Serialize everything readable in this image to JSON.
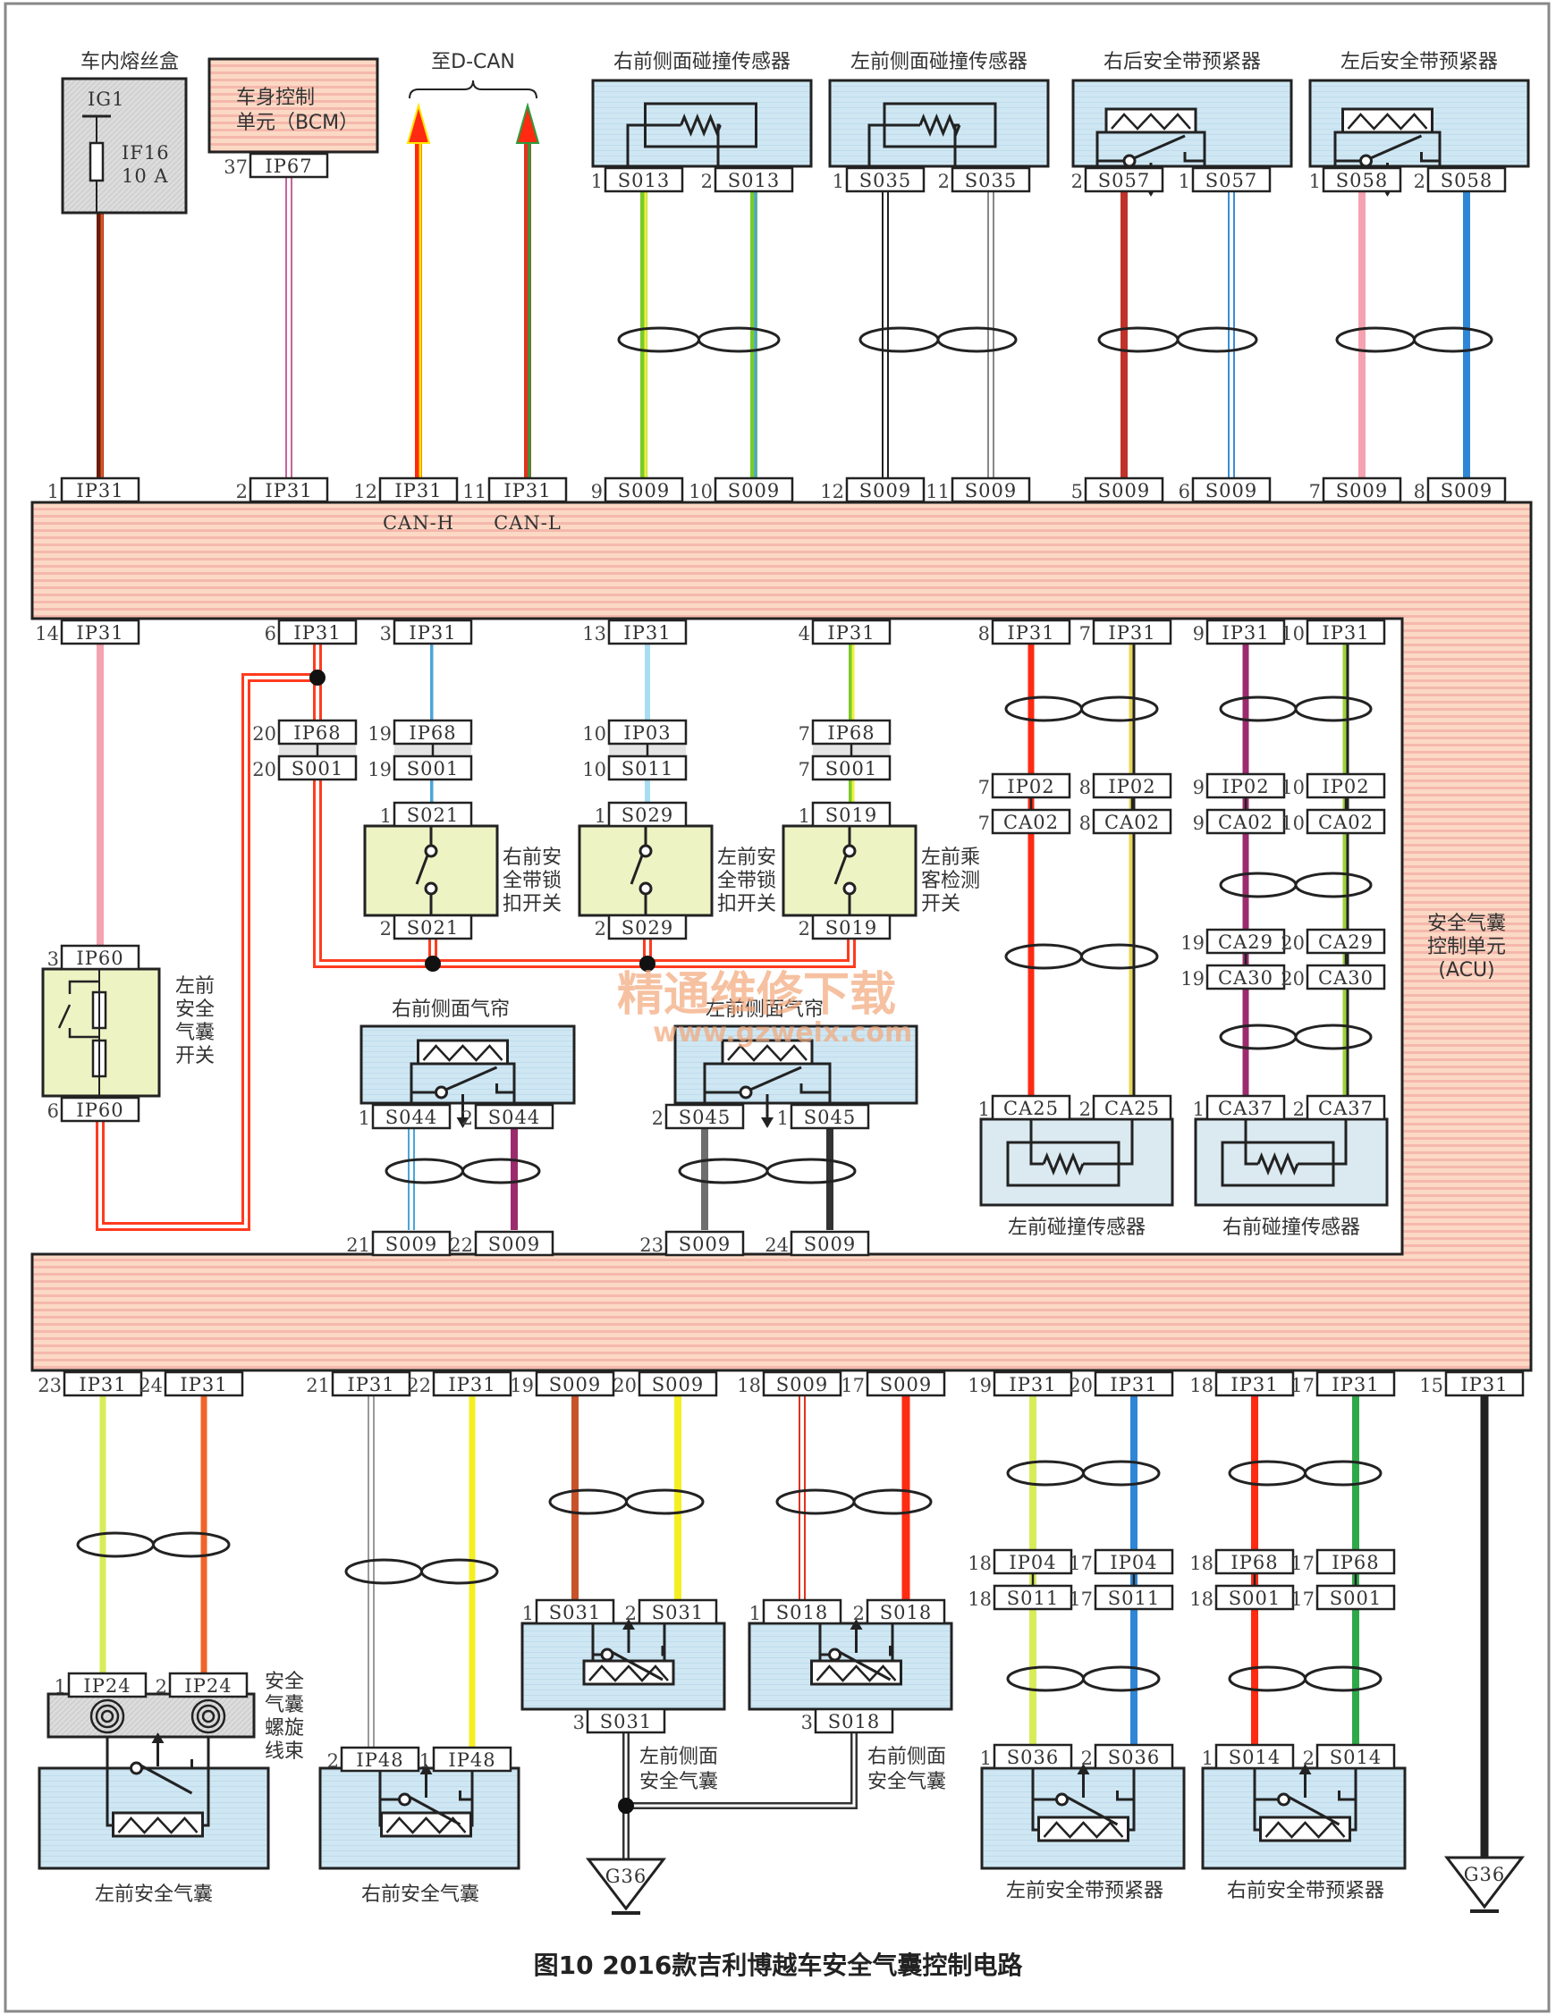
{
  "title": "图10 2016款吉利博越车安全气囊控制电路",
  "watermark": {
    "line1": "精通维修下载",
    "line2": "www.gzweix.com"
  },
  "colors": {
    "acu_fill": "#f9cdb9",
    "module_blue": "#cde6f2",
    "module_grey": "#dcdcdc",
    "module_yellow": "#eef3c4",
    "bcm_fill": "#f7c8b4",
    "sensor_blue": "#dbe9f0"
  },
  "acu": {
    "label_line1": "安全气囊",
    "label_line2": "控制单元",
    "label_line3": "(ACU)"
  },
  "top_components": [
    {
      "id": "fuse-box",
      "label": "车内熔丝盒",
      "ig": "IG1",
      "fuse": "IF16",
      "rating": "10 A"
    },
    {
      "id": "bcm",
      "label_line1": "车身控制",
      "label_line2": "单元（BCM）",
      "pin": "37",
      "connector": "IP67"
    },
    {
      "id": "d-can",
      "label": "至D-CAN"
    },
    {
      "id": "rf-side-crash-sensor",
      "label": "右前侧面碰撞传感器",
      "pins": [
        {
          "pin": "1",
          "connector": "S013"
        },
        {
          "pin": "2",
          "connector": "S013"
        }
      ]
    },
    {
      "id": "lf-side-crash-sensor",
      "label": "左前侧面碰撞传感器",
      "pins": [
        {
          "pin": "1",
          "connector": "S035"
        },
        {
          "pin": "2",
          "connector": "S035"
        }
      ]
    },
    {
      "id": "rr-pretensioner",
      "label": "右后安全带预紧器",
      "pins": [
        {
          "pin": "2",
          "connector": "S057"
        },
        {
          "pin": "1",
          "connector": "S057"
        }
      ]
    },
    {
      "id": "lr-pretensioner",
      "label": "左后安全带预紧器",
      "pins": [
        {
          "pin": "1",
          "connector": "S058"
        },
        {
          "pin": "2",
          "connector": "S058"
        }
      ]
    }
  ],
  "acu_top_pins": [
    {
      "pin": "1",
      "connector": "IP31",
      "wire": "#6b1d0e",
      "stripe": "#e0561e"
    },
    {
      "pin": "2",
      "connector": "IP31",
      "wire": "#c4639e",
      "double": true
    },
    {
      "pin": "12",
      "connector": "IP31",
      "wire": "#ff2a12",
      "stripe": "#ffe600",
      "sub": "CAN-H"
    },
    {
      "pin": "11",
      "connector": "IP31",
      "wire": "#e2321d",
      "stripe": "#2c9c3c",
      "sub": "CAN-L"
    },
    {
      "pin": "9",
      "connector": "S009",
      "wire": "#7acb2a",
      "stripe": "#f0f03c"
    },
    {
      "pin": "10",
      "connector": "S009",
      "wire": "#7acb2a",
      "stripe": "#4aa6d8"
    },
    {
      "pin": "12",
      "connector": "S009",
      "wire": "#222222",
      "double": true
    },
    {
      "pin": "11",
      "connector": "S009",
      "wire": "#888888",
      "double": true
    },
    {
      "pin": "5",
      "connector": "S009",
      "wire": "#c0332b"
    },
    {
      "pin": "6",
      "connector": "S009",
      "wire": "#3a8fd8",
      "double": true
    },
    {
      "pin": "7",
      "connector": "S009",
      "wire": "#f5a3b0"
    },
    {
      "pin": "8",
      "connector": "S009",
      "wire": "#2f86d6"
    }
  ],
  "middle": {
    "lf_airbag_switch": {
      "label": [
        "左前",
        "安全",
        "气囊",
        "开关"
      ],
      "top_pin": "3",
      "bottom_pin": "6",
      "connector": "IP60"
    },
    "ip31_pin14": {
      "pin": "14",
      "connector": "IP31"
    },
    "ip31_pin6": {
      "pin": "6",
      "connector": "IP31"
    },
    "rf_buckle": {
      "label": [
        "右前安",
        "全带锁",
        "扣开关"
      ],
      "ip31_pin": "3",
      "inline": [
        {
          "pin": "19",
          "connector": "IP68"
        },
        {
          "pin": "19",
          "connector": "S001"
        }
      ],
      "sw_top": {
        "pin": "1",
        "connector": "S021"
      },
      "sw_bot": {
        "pin": "2",
        "connector": "S021"
      }
    },
    "lf_buckle": {
      "label": [
        "左前安",
        "全带锁",
        "扣开关"
      ],
      "ip31_pin": "13",
      "inline": [
        {
          "pin": "10",
          "connector": "IP03"
        },
        {
          "pin": "10",
          "connector": "S011"
        }
      ],
      "sw_top": {
        "pin": "1",
        "connector": "S029"
      },
      "sw_bot": {
        "pin": "2",
        "connector": "S029"
      }
    },
    "lf_occupant": {
      "label": [
        "左前乘",
        "客检测",
        "开关"
      ],
      "ip31_pin": "4",
      "inline": [
        {
          "pin": "7",
          "connector": "IP68"
        },
        {
          "pin": "7",
          "connector": "S001"
        }
      ],
      "sw_top": {
        "pin": "1",
        "connector": "S019"
      },
      "sw_bot": {
        "pin": "2",
        "connector": "S019"
      }
    },
    "pin6_inline": [
      {
        "pin": "20",
        "connector": "IP68"
      },
      {
        "pin": "20",
        "connector": "S001"
      }
    ],
    "rf_curtain": {
      "label": "右前侧面气帘",
      "pins": [
        {
          "pin": "1",
          "connector": "S044"
        },
        {
          "pin": "2",
          "connector": "S044"
        }
      ],
      "acu_pins": [
        {
          "pin": "21",
          "connector": "S009"
        },
        {
          "pin": "22",
          "connector": "S009"
        }
      ]
    },
    "lf_curtain": {
      "label": "左前侧面气帘",
      "pins": [
        {
          "pin": "2",
          "connector": "S045"
        },
        {
          "pin": "1",
          "connector": "S045"
        }
      ],
      "acu_pins": [
        {
          "pin": "23",
          "connector": "S009"
        },
        {
          "pin": "24",
          "connector": "S009"
        }
      ]
    },
    "lf_crash_sensor": {
      "label": "左前碰撞传感器",
      "ip31": [
        {
          "pin": "8",
          "connector": "IP31"
        },
        {
          "pin": "7",
          "connector": "IP31"
        }
      ],
      "inline_a": [
        {
          "pin": "7",
          "connector": "IP02"
        },
        {
          "pin": "8",
          "connector": "IP02"
        }
      ],
      "inline_b": [
        {
          "pin": "7",
          "connector": "CA02"
        },
        {
          "pin": "8",
          "connector": "CA02"
        }
      ],
      "pins": [
        {
          "pin": "1",
          "connector": "CA25"
        },
        {
          "pin": "2",
          "connector": "CA25"
        }
      ]
    },
    "rf_crash_sensor": {
      "label": "右前碰撞传感器",
      "ip31": [
        {
          "pin": "9",
          "connector": "IP31"
        },
        {
          "pin": "10",
          "connector": "IP31"
        }
      ],
      "inline_a": [
        {
          "pin": "9",
          "connector": "IP02"
        },
        {
          "pin": "10",
          "connector": "IP02"
        }
      ],
      "inline_b": [
        {
          "pin": "9",
          "connector": "CA02"
        },
        {
          "pin": "10",
          "connector": "CA02"
        }
      ],
      "inline_c": [
        {
          "pin": "19",
          "connector": "CA29"
        },
        {
          "pin": "20",
          "connector": "CA29"
        }
      ],
      "inline_d": [
        {
          "pin": "19",
          "connector": "CA30"
        },
        {
          "pin": "20",
          "connector": "CA30"
        }
      ],
      "pins": [
        {
          "pin": "1",
          "connector": "CA37"
        },
        {
          "pin": "2",
          "connector": "CA37"
        }
      ]
    }
  },
  "bottom": {
    "lf_airbag": {
      "label": "左前安全气囊",
      "clockspring_label": [
        "安全",
        "气囊",
        "螺旋",
        "线束"
      ],
      "acu_pins": [
        {
          "pin": "23",
          "connector": "IP31"
        },
        {
          "pin": "24",
          "connector": "IP31"
        }
      ],
      "pins": [
        {
          "pin": "1",
          "connector": "IP24"
        },
        {
          "pin": "2",
          "connector": "IP24"
        }
      ]
    },
    "rf_airbag": {
      "label": "右前安全气囊",
      "acu_pins": [
        {
          "pin": "21",
          "connector": "IP31"
        },
        {
          "pin": "22",
          "connector": "IP31"
        }
      ],
      "pins": [
        {
          "pin": "2",
          "connector": "IP48"
        },
        {
          "pin": "1",
          "connector": "IP48"
        }
      ]
    },
    "lf_side_airbag": {
      "label": [
        "左前侧面",
        "安全气囊"
      ],
      "acu_pins": [
        {
          "pin": "19",
          "connector": "S009"
        },
        {
          "pin": "20",
          "connector": "S009"
        }
      ],
      "pins": [
        {
          "pin": "1",
          "connector": "S031"
        },
        {
          "pin": "2",
          "connector": "S031"
        }
      ],
      "ground_pin": {
        "pin": "3",
        "connector": "S031"
      }
    },
    "rf_side_airbag": {
      "label": [
        "右前侧面",
        "安全气囊"
      ],
      "acu_pins": [
        {
          "pin": "18",
          "connector": "S009"
        },
        {
          "pin": "17",
          "connector": "S009"
        }
      ],
      "pins": [
        {
          "pin": "1",
          "connector": "S018"
        },
        {
          "pin": "2",
          "connector": "S018"
        }
      ],
      "ground_pin": {
        "pin": "3",
        "connector": "S018"
      }
    },
    "lf_pretensioner": {
      "label": "左前安全带预紧器",
      "acu_pins": [
        {
          "pin": "19",
          "connector": "IP31"
        },
        {
          "pin": "20",
          "connector": "IP31"
        }
      ],
      "inline_a": [
        {
          "pin": "18",
          "connector": "IP04"
        },
        {
          "pin": "17",
          "connector": "IP04"
        }
      ],
      "inline_b": [
        {
          "pin": "18",
          "connector": "S011"
        },
        {
          "pin": "17",
          "connector": "S011"
        }
      ],
      "pins": [
        {
          "pin": "1",
          "connector": "S036"
        },
        {
          "pin": "2",
          "connector": "S036"
        }
      ]
    },
    "rf_pretensioner": {
      "label": "右前安全带预紧器",
      "acu_pins": [
        {
          "pin": "18",
          "connector": "IP31"
        },
        {
          "pin": "17",
          "connector": "IP31"
        }
      ],
      "inline_a": [
        {
          "pin": "18",
          "connector": "IP68"
        },
        {
          "pin": "17",
          "connector": "IP68"
        }
      ],
      "inline_b": [
        {
          "pin": "18",
          "connector": "S001"
        },
        {
          "pin": "17",
          "connector": "S001"
        }
      ],
      "pins": [
        {
          "pin": "1",
          "connector": "S014"
        },
        {
          "pin": "2",
          "connector": "S014"
        }
      ]
    },
    "ground_pin": {
      "pin": "15",
      "connector": "IP31"
    },
    "ground_label": "G36"
  }
}
